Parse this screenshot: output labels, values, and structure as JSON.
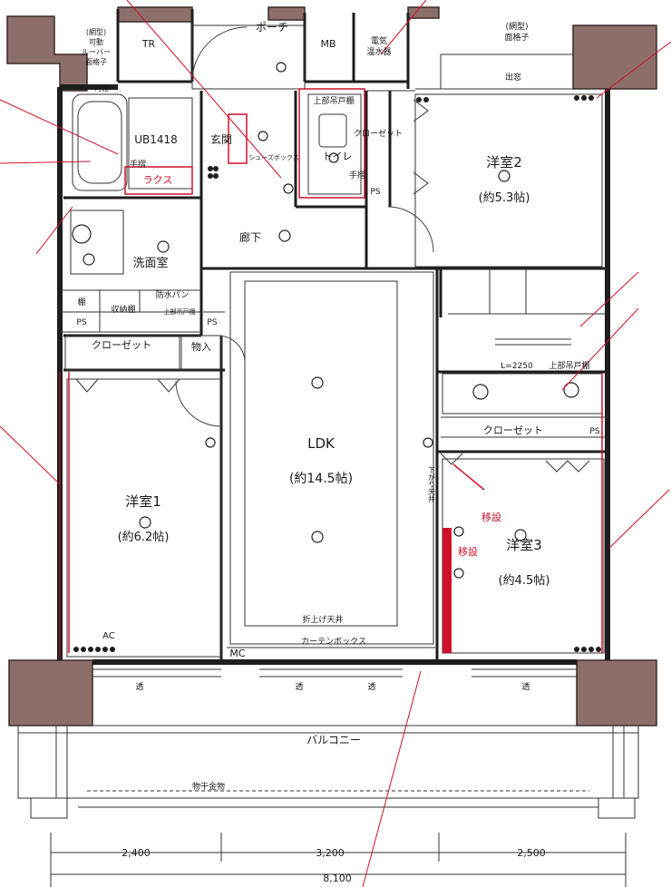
{
  "rooms": {
    "tr": "TR",
    "porch": "ポーチ",
    "mb": "MB",
    "water_heater_1": "電気",
    "water_heater_2": "温水器",
    "lattice_type": "(網型)",
    "lattice": "面格子",
    "lattice_left_1": "(網型)",
    "lattice_left_2": "可動",
    "lattice_left_3": "ルーバー",
    "lattice_left_4": "面格子",
    "bay_window": "出窓",
    "ub_shelf": "内棚",
    "ub": "UB1418",
    "handrail": "手摺",
    "rakusu": "ラクス",
    "genkan": "玄関",
    "upper_cabinet": "上部吊戸棚",
    "shoes_box": "シューズボックス",
    "toilet": "トイレ",
    "toilet_handrail": "手摺",
    "closet_v": "クローゼット",
    "ps": "PS",
    "western2": "洋室2",
    "western2_area": "(約5.3帖)",
    "corridor": "廊下",
    "washroom": "洗面室",
    "shelf": "棚",
    "storage_shelf": "収納棚",
    "waterproof_pan": "防水パン",
    "upper_cabinet_small": "上部吊戸棚",
    "ps2": "PS",
    "ps3": "PS",
    "closet1": "クローゼット",
    "storage": "物入",
    "ldk": "LDK",
    "ldk_area": "(約14.5帖)",
    "l_size": "L=2250",
    "upper_cabinet_kitchen": "上部吊戸棚",
    "closet3": "クローゼット",
    "ps4": "PS",
    "drop_ceiling": "下がり天井",
    "western1": "洋室1",
    "western1_area": "(約6.2帖)",
    "western3": "洋室3",
    "western3_area": "(約4.5帖)",
    "relocated1": "移設",
    "relocated2": "移設",
    "folded_ceiling": "折上げ天井",
    "curtain_box": "カーテンボックス",
    "ac": "AC",
    "mc": "MC",
    "balcony": "バルコニー",
    "drying_hardware": "物干金物",
    "transparent": "透"
  },
  "dimensions": {
    "left": "2,400",
    "center": "3,200",
    "right": "2,500",
    "total": "8,100"
  }
}
